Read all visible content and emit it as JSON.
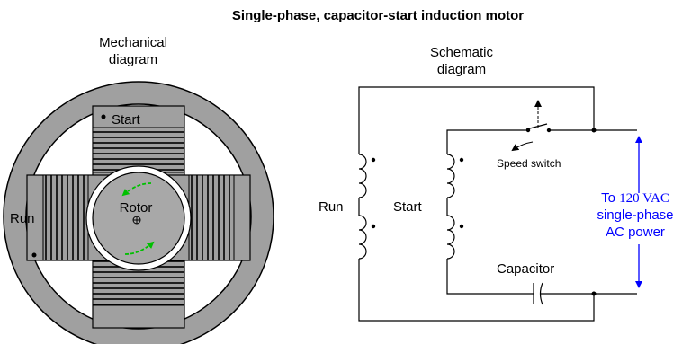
{
  "title": "Single-phase, capacitor-start induction motor",
  "mechanical": {
    "heading_line1": "Mechanical",
    "heading_line2": "diagram",
    "start_label": "Start",
    "run_label": "Run",
    "rotor_label": "Rotor"
  },
  "schematic": {
    "heading_line1": "Schematic",
    "heading_line2": "diagram",
    "run_label": "Run",
    "start_label": "Start",
    "speed_switch_label": "Speed switch",
    "capacitor_label": "Capacitor",
    "power_line1_prefix": "To ",
    "power_line1_value": "120 VAC",
    "power_line2": "single-phase",
    "power_line3": "AC power"
  },
  "colors": {
    "stator": "#a0a0a0",
    "rotor": "#a8a8a8",
    "power_label": "#0000ff",
    "rotation_arrow": "#00c000"
  }
}
